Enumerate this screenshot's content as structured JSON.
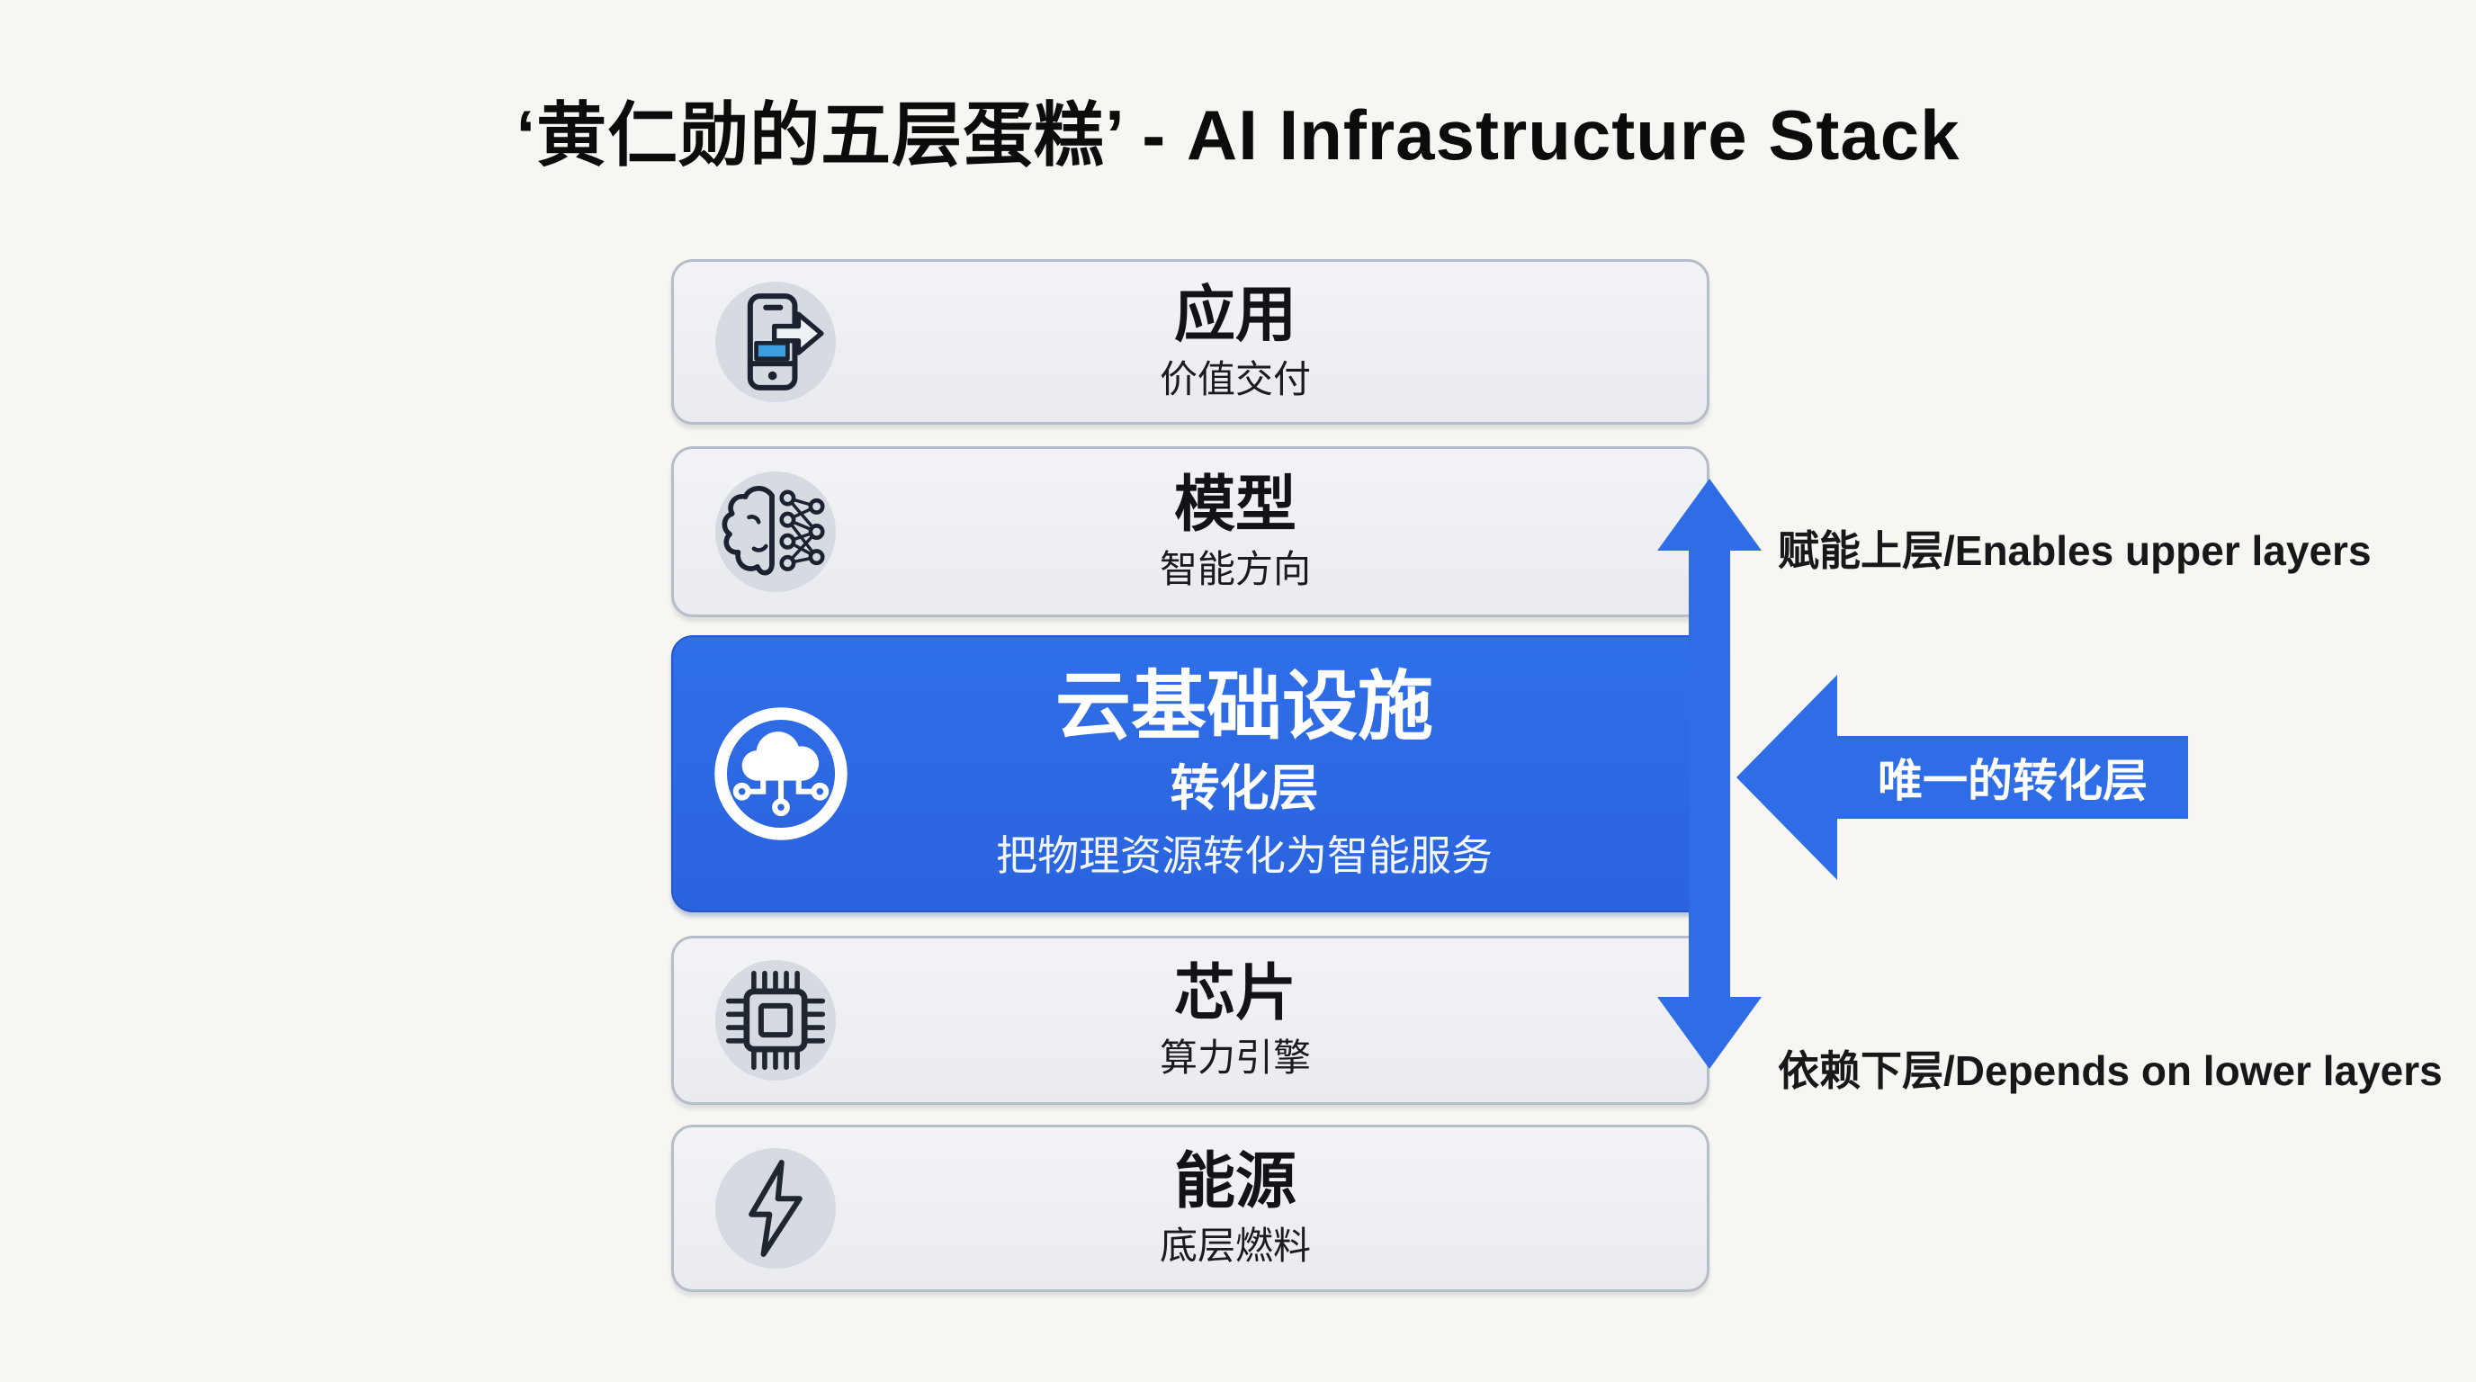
{
  "title": "‘黄仁勋的五层蛋糕’ - AI Infrastructure Stack",
  "layers": [
    {
      "id": "app",
      "title": "应用",
      "subtitle": "价值交付",
      "icon": "phone-arrow-icon"
    },
    {
      "id": "model",
      "title": "模型",
      "subtitle": "智能方向",
      "icon": "brain-network-icon"
    },
    {
      "id": "cloud",
      "title": "云基础设施",
      "subtitle": "转化层",
      "desc": "把物理资源转化为智能服务",
      "icon": "cloud-network-icon",
      "highlight": true
    },
    {
      "id": "chip",
      "title": "芯片",
      "subtitle": "算力引擎",
      "icon": "chip-icon"
    },
    {
      "id": "energy",
      "title": "能源",
      "subtitle": "底层燃料",
      "icon": "lightning-icon"
    }
  ],
  "annotations": {
    "top": "赋能上层/Enables upper layers",
    "bottom": "依赖下层/Depends on lower layers",
    "arrow_label": "唯一的转化层"
  },
  "colors": {
    "accent_blue": "#2e6de6",
    "box_bg": "#edeff3",
    "box_border": "#b7bdc7",
    "icon_circle_bg": "#d6dae1",
    "page_bg": "#f7f6f2",
    "phone_screen_blue": "#3a9edf",
    "text_dark": "#121316",
    "text_white": "#ffffff"
  }
}
